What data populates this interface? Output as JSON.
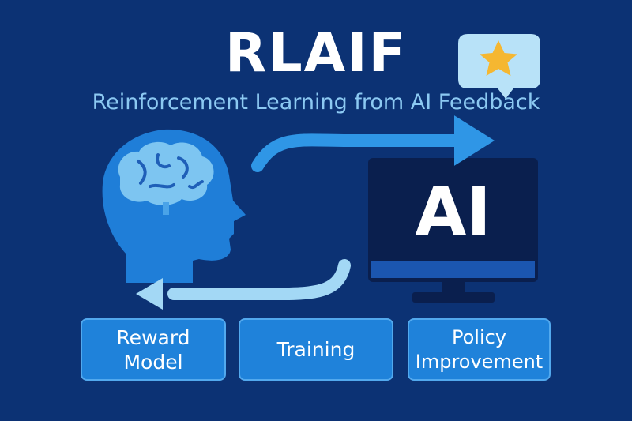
{
  "header": {
    "title": "RLAIF",
    "subtitle": "Reinforcement Learning from AI Feedback"
  },
  "monitor": {
    "label": "AI"
  },
  "steps": [
    {
      "label": "Reward\nModel"
    },
    {
      "label": "Training"
    },
    {
      "label": "Policy\nImprovement"
    }
  ],
  "icons": {
    "head": "human-head-brain-icon",
    "feedback": "star-speech-bubble-icon",
    "computer": "monitor-icon"
  },
  "colors": {
    "background": "#0c3274",
    "accent_light": "#8cc9f2",
    "accent": "#1f82da",
    "star": "#f5b731",
    "monitor_screen": "#0a1f4e"
  }
}
